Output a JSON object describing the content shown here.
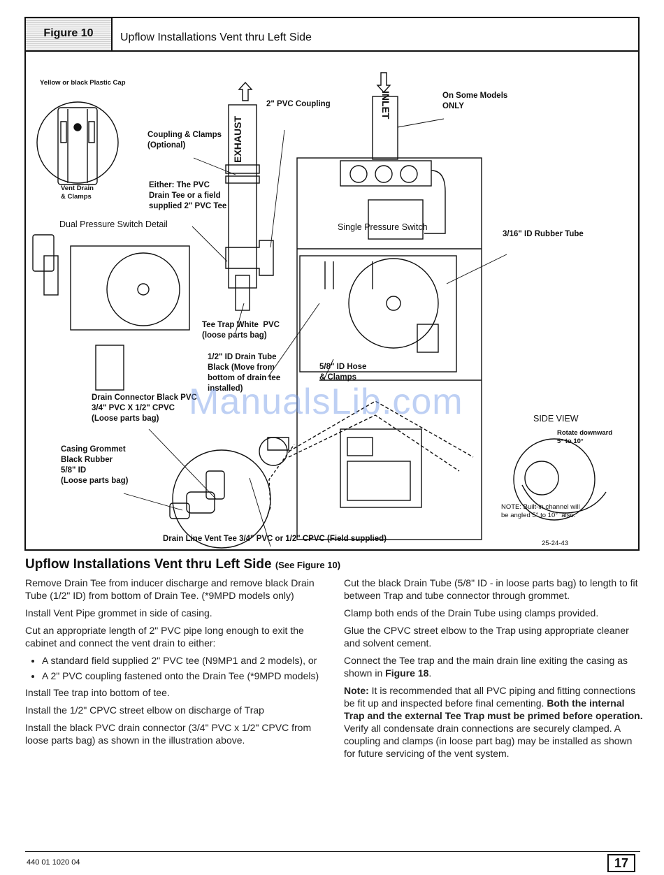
{
  "figure": {
    "tag": "Figure 10",
    "title": "Upflow Installations Vent thru Left Side",
    "labels": {
      "cap": "Yellow or black Plastic Cap",
      "vent_drain": "Vent Drain\n& Clamps",
      "exhaust": "EXHAUST",
      "inlet": "INLET",
      "coupling_2in": "2\" PVC Coupling",
      "coupling_clamps": "Coupling & Clamps\n(Optional)",
      "either_tee": "Either: The PVC\nDrain Tee or a field\nsupplied 2\" PVC Tee",
      "on_some_models": "On Some Models\nONLY",
      "dual_ps": "Dual Pressure Switch  Detail",
      "single_ps": "Single Pressure Switch",
      "rubber_tube": "3/16\" ID Rubber Tube",
      "tee_trap": "Tee Trap White  PVC\n(loose parts bag)",
      "drain_tube": "1/2\" ID Drain Tube\nBlack (Move from\nbottom of drain tee\ninstalled)",
      "hose_clamps": "5/8\" ID Hose\n& Clamps",
      "drain_connector": "Drain Connector Black PVC\n3/4\" PVC X 1/2\" CPVC\n(Loose parts bag)",
      "grommet": "Casing Grommet\nBlack Rubber\n5/8\" ID\n(Loose parts bag)",
      "side_view": "SIDE VIEW",
      "rotate": "Rotate downward\n5° to 10°",
      "note": "NOTE: Built-in channel will\nbe angled 5° to 10°  also.",
      "drain_line": "Drain Line Vent Tee 3/4\" PVC or 1/2\" CPVC (Field supplied)",
      "figure_code": "25-24-43"
    }
  },
  "watermark": "ManualsLib.com",
  "section": {
    "title": "Upflow Installations Vent thru Left Side",
    "see": "(See Figure 10)"
  },
  "left_column": {
    "p1": "Remove Drain Tee from inducer discharge and remove black Drain Tube (1/2\" ID) from bottom of Drain Tee. (*9MPD models only)",
    "p2": "Install Vent Pipe grommet in side of casing.",
    "p3": "Cut an appropriate length of 2\" PVC pipe long enough to exit the cabinet and connect the vent drain to either:",
    "bullet1": "A standard field supplied 2\" PVC tee (N9MP1 and 2 models), or",
    "bullet2": "A 2\" PVC coupling fastened onto the Drain Tee (*9MPD models)",
    "p4": "Install Tee trap into bottom of tee.",
    "p5": "Install the 1/2\" CPVC street elbow on discharge of Trap",
    "p6": "Install the black PVC drain connector (3/4\" PVC x 1/2\" CPVC from loose parts bag) as shown in the illustration above."
  },
  "right_column": {
    "p1": "Cut the black Drain Tube (5/8\" ID - in loose parts bag) to length to fit between Trap and tube connector through grommet.",
    "p2": "Clamp both ends of the Drain Tube using clamps provided.",
    "p3": "Glue the CPVC street elbow to the Trap using appropriate cleaner and solvent cement.",
    "p4_text": "Connect the Tee trap and the main drain line exiting the casing as shown in ",
    "p4_ref": "Figure 18",
    "p4_end": ".",
    "note_label": "Note:",
    "note_text": " It is recommended that all PVC piping and fitting connections be fit up and inspected before final cementing. ",
    "note_bold": "Both the internal Trap and the external Tee Trap must be primed before operation.",
    "note_tail": " Verify all condensate drain connections are securely clamped. A coupling and clamps (in loose part bag) may be installed as shown for future servicing of the vent system."
  },
  "footer": {
    "doc_number": "440 01 1020 04",
    "page_number": "17"
  }
}
